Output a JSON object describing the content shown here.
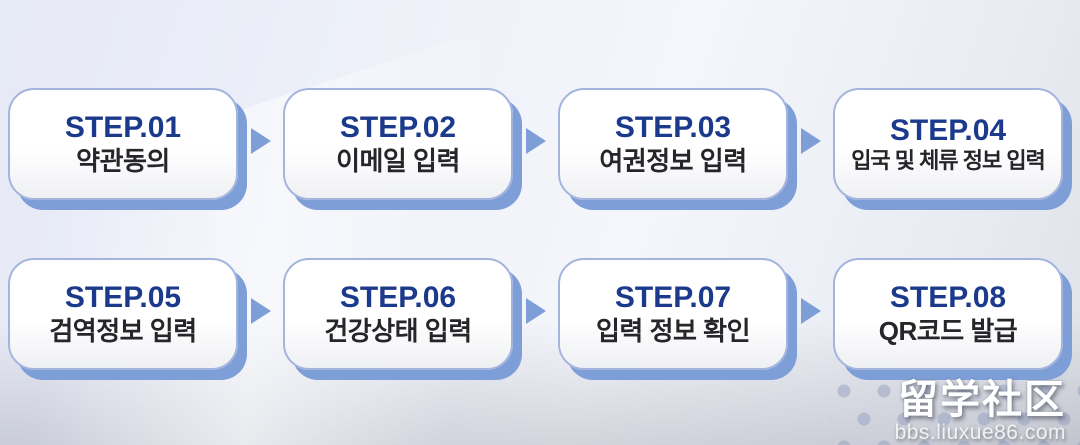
{
  "diagram": {
    "description": "8-step process flow, two rows of four rounded cards connected by right arrows",
    "steps": [
      {
        "step": "STEP.01",
        "title": "약관동의"
      },
      {
        "step": "STEP.02",
        "title": "이메일 입력"
      },
      {
        "step": "STEP.03",
        "title": "여권정보 입력"
      },
      {
        "step": "STEP.04",
        "title": "입국 및 체류 정보 입력"
      },
      {
        "step": "STEP.05",
        "title": "검역정보 입력"
      },
      {
        "step": "STEP.06",
        "title": "건강상태 입력"
      },
      {
        "step": "STEP.07",
        "title": "입력 정보 확인"
      },
      {
        "step": "STEP.08",
        "title": "QR코드 발급"
      }
    ]
  },
  "watermark": {
    "title": "留学社区",
    "url": "bbs.liuxue86.com"
  },
  "colors": {
    "step_label": "#1c3a8c",
    "step_title": "#26262a",
    "card_border": "#a3b4de",
    "card_shadow": "#7e9ed8",
    "arrow": "#7e9ed8",
    "background_top": "#e6e9f6",
    "background_bottom": "#d8dade"
  }
}
